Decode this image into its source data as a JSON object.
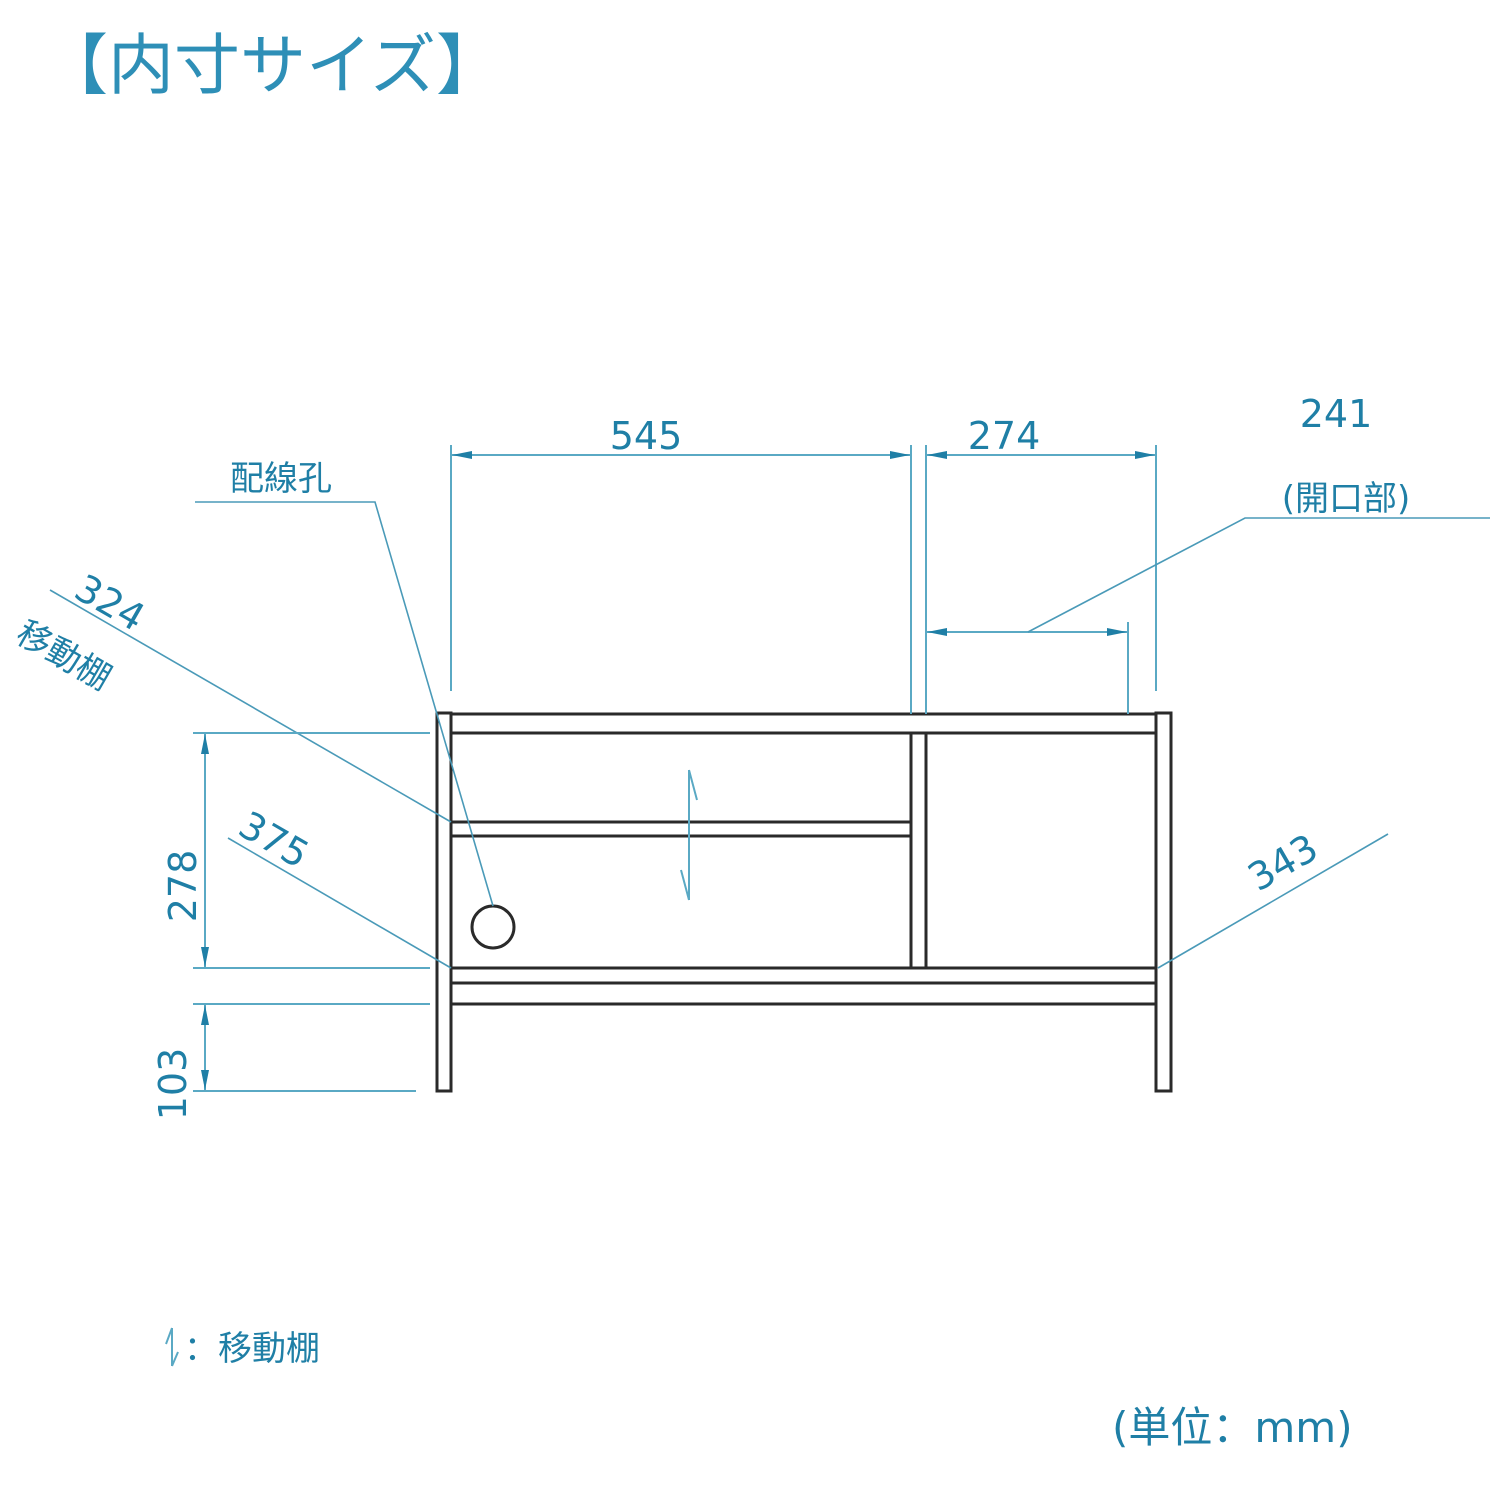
{
  "title": "【内寸サイズ】",
  "dimensions": {
    "top_left_width": "545",
    "top_right_width": "274",
    "opening_width": "241",
    "opening_label": "(開口部)",
    "wiring_hole_label": "配線孔",
    "movable_shelf_depth": "324",
    "movable_shelf_label": "移動棚",
    "left_lower_depth": "375",
    "right_depth": "343",
    "upper_height": "278",
    "leg_height": "103"
  },
  "legend": {
    "symbol_label": "：移動棚"
  },
  "unit": "(単位：mm)",
  "colors": {
    "accent": "#1f7fa6",
    "title": "#2e8fb7",
    "line": "#2a2a2a"
  }
}
